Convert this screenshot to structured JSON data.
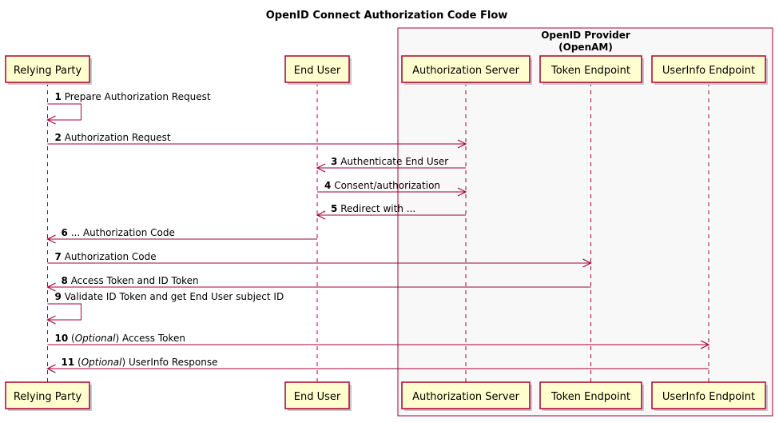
{
  "title": "OpenID Connect Authorization Code Flow",
  "group": {
    "title_line1": "OpenID Provider",
    "title_line2": "(OpenAM)"
  },
  "participants": [
    {
      "id": "rp",
      "label": "Relying Party"
    },
    {
      "id": "eu",
      "label": "End User"
    },
    {
      "id": "as",
      "label": "Authorization Server"
    },
    {
      "id": "te",
      "label": "Token Endpoint"
    },
    {
      "id": "ui",
      "label": "UserInfo Endpoint"
    }
  ],
  "messages": [
    {
      "num": "1",
      "from": "rp",
      "to": "rp",
      "text": "Prepare Authorization Request"
    },
    {
      "num": "2",
      "from": "rp",
      "to": "as",
      "text": "Authorization Request"
    },
    {
      "num": "3",
      "from": "as",
      "to": "eu",
      "text": "Authenticate End User"
    },
    {
      "num": "4",
      "from": "eu",
      "to": "as",
      "text": "Consent/authorization"
    },
    {
      "num": "5",
      "from": "as",
      "to": "eu",
      "text": "Redirect with ..."
    },
    {
      "num": "6",
      "from": "eu",
      "to": "rp",
      "text": "... Authorization Code"
    },
    {
      "num": "7",
      "from": "rp",
      "to": "te",
      "text": "Authorization Code"
    },
    {
      "num": "8",
      "from": "te",
      "to": "rp",
      "text": "Access Token and ID Token"
    },
    {
      "num": "9",
      "from": "rp",
      "to": "rp",
      "text": "Validate ID Token and get End User subject ID"
    },
    {
      "num": "10",
      "from": "rp",
      "to": "ui",
      "prefix": "(",
      "italic": "Optional",
      "text": ") Access Token"
    },
    {
      "num": "11",
      "from": "ui",
      "to": "rp",
      "prefix": "(",
      "italic": "Optional",
      "text": ") UserInfo Response"
    }
  ],
  "colors": {
    "line": "#A80036",
    "participant_fill": "#FEFECE",
    "group_fill": "#F8F8F8"
  }
}
